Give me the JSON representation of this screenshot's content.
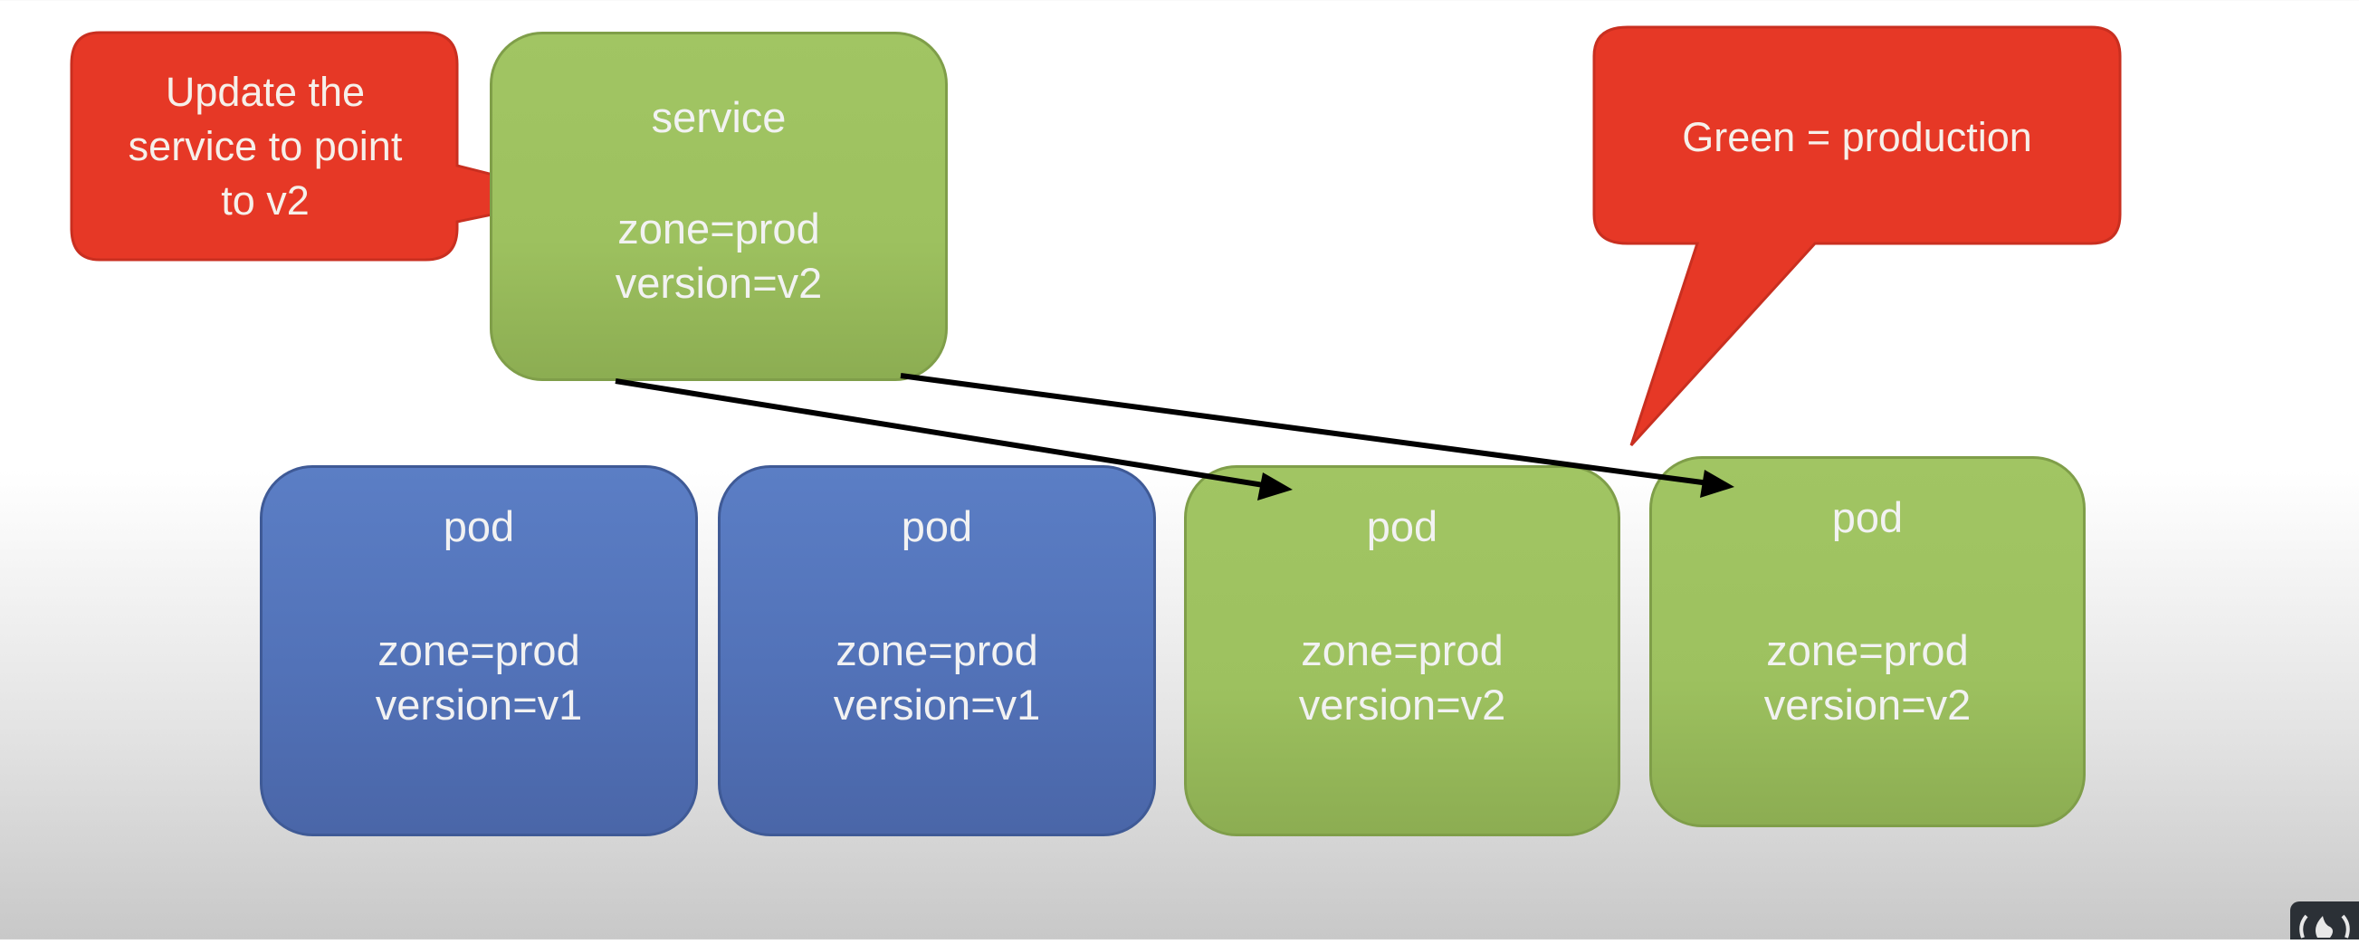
{
  "service": {
    "title": "service",
    "label_zone": "zone=prod",
    "label_version": "version=v2"
  },
  "pods": [
    {
      "title": "pod",
      "label_zone": "zone=prod",
      "label_version": "version=v1",
      "color": "blue"
    },
    {
      "title": "pod",
      "label_zone": "zone=prod",
      "label_version": "version=v1",
      "color": "blue"
    },
    {
      "title": "pod",
      "label_zone": "zone=prod",
      "label_version": "version=v2",
      "color": "green"
    },
    {
      "title": "pod",
      "label_zone": "zone=prod",
      "label_version": "version=v2",
      "color": "green"
    }
  ],
  "callouts": {
    "update": {
      "line1": "Update the",
      "line2": "service to point",
      "line3": "to v2"
    },
    "legend": {
      "text": "Green = production"
    }
  },
  "colors": {
    "green": "#9dc15f",
    "blue": "#5272b8",
    "callout_red": "#e63826",
    "arrow": "#000000"
  },
  "edges": [
    {
      "from": "service",
      "to": "pod-3"
    },
    {
      "from": "service",
      "to": "pod-4"
    }
  ]
}
